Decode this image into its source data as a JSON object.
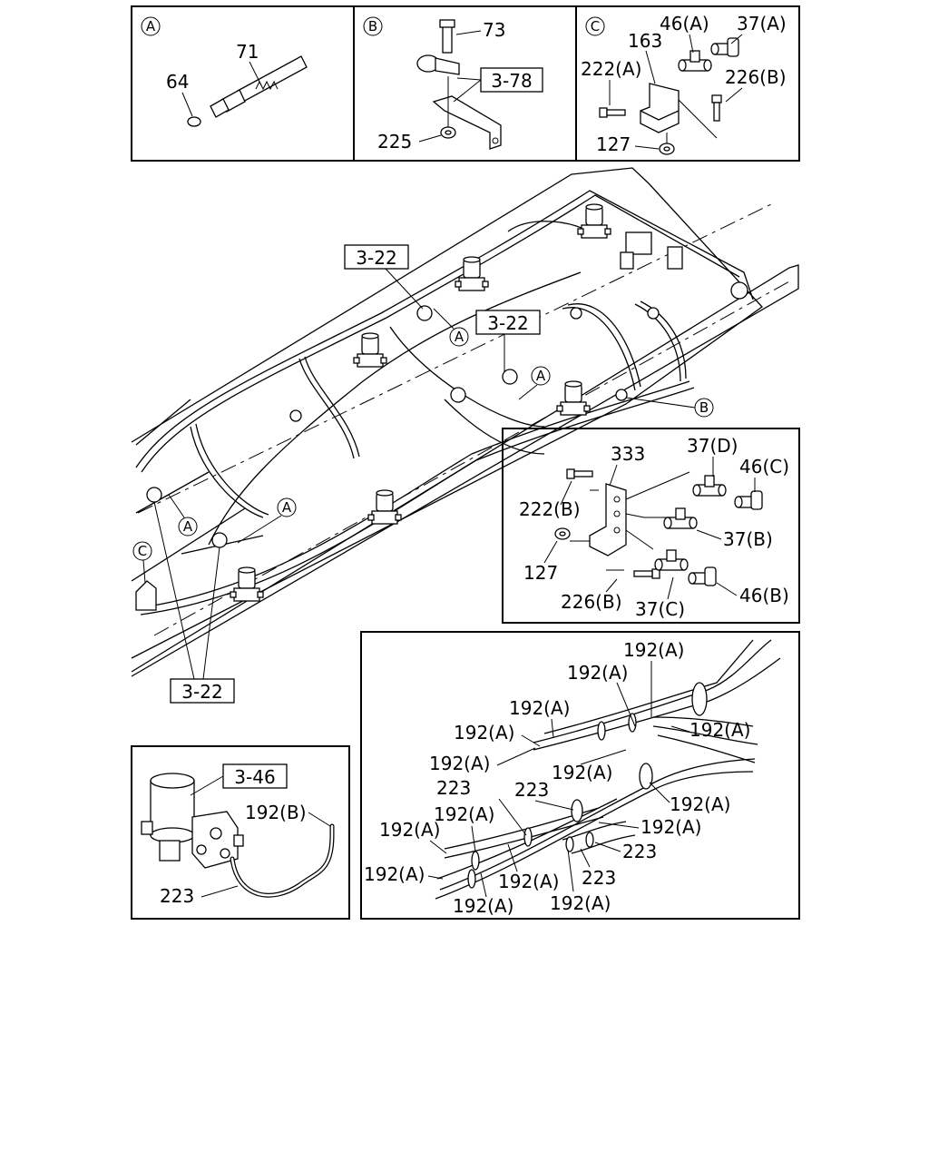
{
  "details": {
    "A": {
      "letter": "A",
      "labels": [
        "71",
        "64"
      ]
    },
    "B": {
      "letter": "B",
      "labels": [
        "73",
        "225"
      ],
      "ref": "3-78"
    },
    "C": {
      "letter": "C",
      "labels": [
        "46(A)",
        "37(A)",
        "163",
        "222(A)",
        "226(B)",
        "127"
      ]
    }
  },
  "main": {
    "refs": [
      "3-22",
      "3-22",
      "3-22"
    ],
    "callouts": [
      "A",
      "A",
      "A",
      "A",
      "B",
      "C"
    ]
  },
  "bracket_detail": {
    "labels": [
      "333",
      "37(D)",
      "46(C)",
      "222(B)",
      "37(B)",
      "127",
      "226(B)",
      "37(C)",
      "46(B)"
    ]
  },
  "dryer_detail": {
    "ref": "3-46",
    "labels": [
      "192(B)",
      "223"
    ]
  },
  "harness_detail": {
    "labels": [
      "192(A)",
      "192(A)",
      "192(A)",
      "192(A)",
      "192(A)",
      "192(A)",
      "192(A)",
      "223",
      "192(A)",
      "192(A)",
      "223",
      "192(A)",
      "192(A)",
      "223",
      "192(A)",
      "192(A)",
      "223",
      "192(A)",
      "192(A)"
    ]
  }
}
